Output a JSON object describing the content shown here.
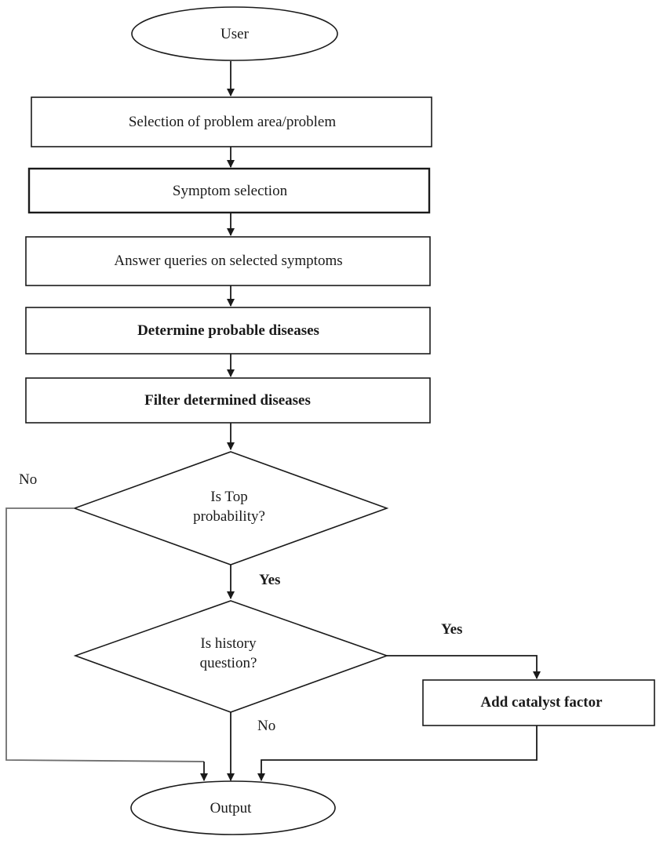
{
  "nodes": {
    "user": "User",
    "selection": "Selection of problem area/problem",
    "symptom": "Symptom selection",
    "answer": "Answer queries on selected symptoms",
    "determine": "Determine probable diseases",
    "filter": "Filter determined diseases",
    "top_line1": "Is Top",
    "top_line2": "probability?",
    "history_line1": "Is history",
    "history_line2": "question?",
    "catalyst": "Add catalyst factor",
    "output": "Output"
  },
  "edge_labels": {
    "top_no": "No",
    "top_yes": "Yes",
    "history_yes": "Yes",
    "history_no": "No"
  }
}
